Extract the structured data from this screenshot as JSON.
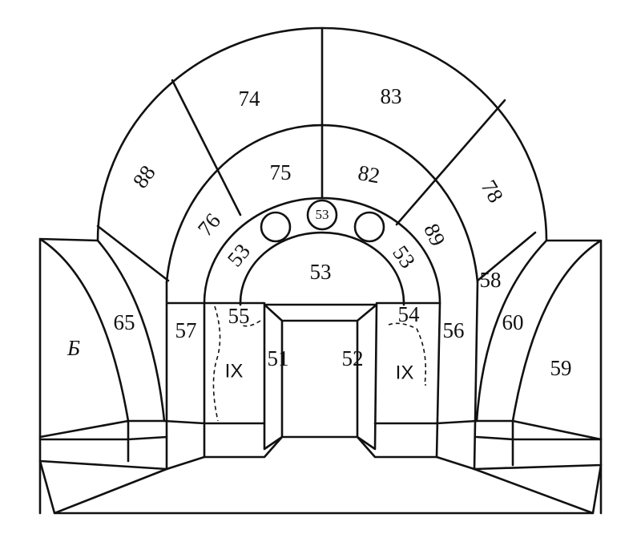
{
  "diagram": {
    "labels": {
      "arch_outer_left": "88",
      "arch_outer_top_left": "74",
      "arch_outer_top_right": "83",
      "arch_outer_right": "78",
      "arch_middle_left": "76",
      "arch_middle_top_left": "75",
      "arch_middle_top_right": "82",
      "arch_middle_right": "89",
      "arch_key_circle": "53",
      "arch_inner_left": "53",
      "arch_inner_right": "53",
      "tympanum": "53",
      "left_wall_far": "Б",
      "left_wall_arch": "65",
      "left_pier": "57",
      "left_niche_top": "55",
      "left_niche": "IX",
      "door_left_jamb": "51",
      "door_right_jamb": "52",
      "right_niche_top": "54",
      "right_niche": "IX",
      "right_pier": "56",
      "right_pier_top": "58",
      "right_wall_arch": "60",
      "right_wall_far": "59"
    }
  }
}
